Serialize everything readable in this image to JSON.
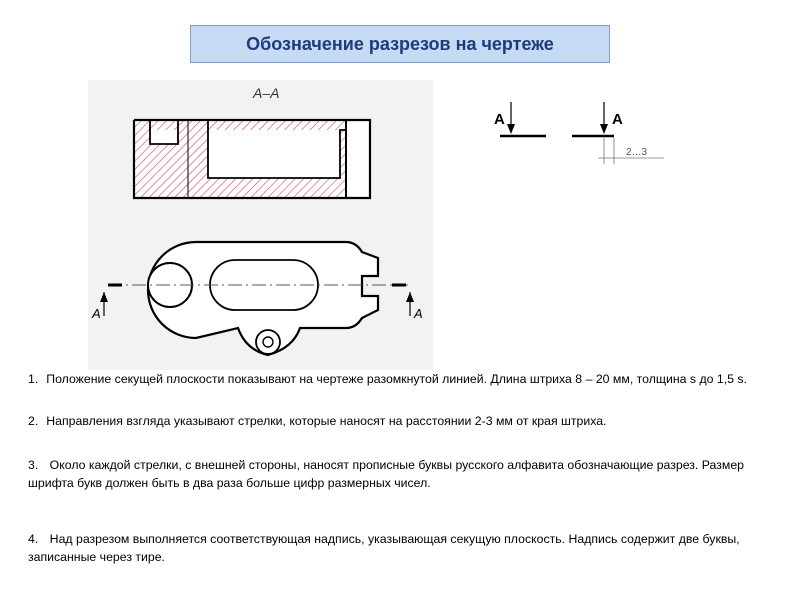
{
  "title": "Обозначение разрезов на  чертеже",
  "drawing": {
    "section_label": "А–А",
    "cut_label_left": "А",
    "cut_label_right": "А"
  },
  "detail_figure": {
    "letter_left": "А",
    "letter_right": "А",
    "dimension": "2…3"
  },
  "paragraphs": [
    {
      "num": "1.",
      "text": "Положение  секущей плоскости показывают на чертеже разомкнутой линией. Длина штриха 8 – 20 мм, толщина   s до 1,5 s."
    },
    {
      "num": "2.",
      "text": "Направления взгляда указывают стрелки, которые наносят на расстоянии 2-3  мм от края штриха."
    },
    {
      "num": "3.",
      "text": " Около каждой стрелки, с внешней стороны, наносят прописные буквы русского алфавита обозначающие  разрез. Размер шрифта букв должен быть в два раза больше цифр размерных чисел."
    },
    {
      "num": "4.",
      "text": " Над разрезом выполняется соответствующая надпись, указывающая секущую плоскость. Надпись содержит две буквы, записанные через тире."
    }
  ]
}
